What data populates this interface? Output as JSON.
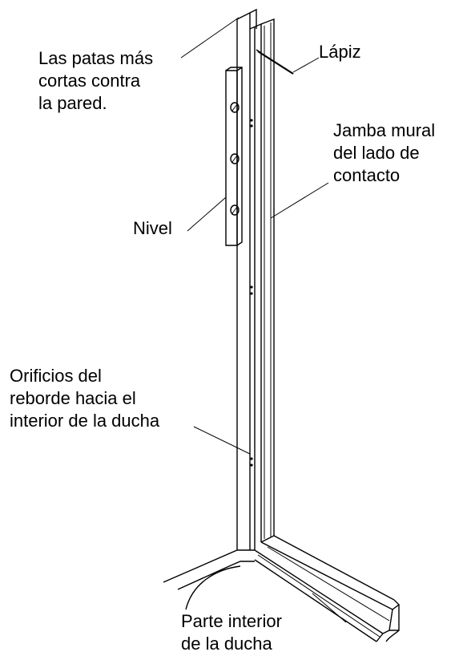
{
  "labels": {
    "legs_line1": "Las patas más",
    "legs_line2": "cortas contra",
    "legs_line3": "la pared.",
    "pencil": "Lápiz",
    "jamb_line1": "Jamba mural",
    "jamb_line2": "del lado de",
    "jamb_line3": "contacto",
    "level": "Nivel",
    "holes_line1": "Orificios del",
    "holes_line2": "reborde hacia el",
    "holes_line3": "interior de la ducha",
    "inside_line1": "Parte interior",
    "inside_line2": "de la ducha"
  }
}
